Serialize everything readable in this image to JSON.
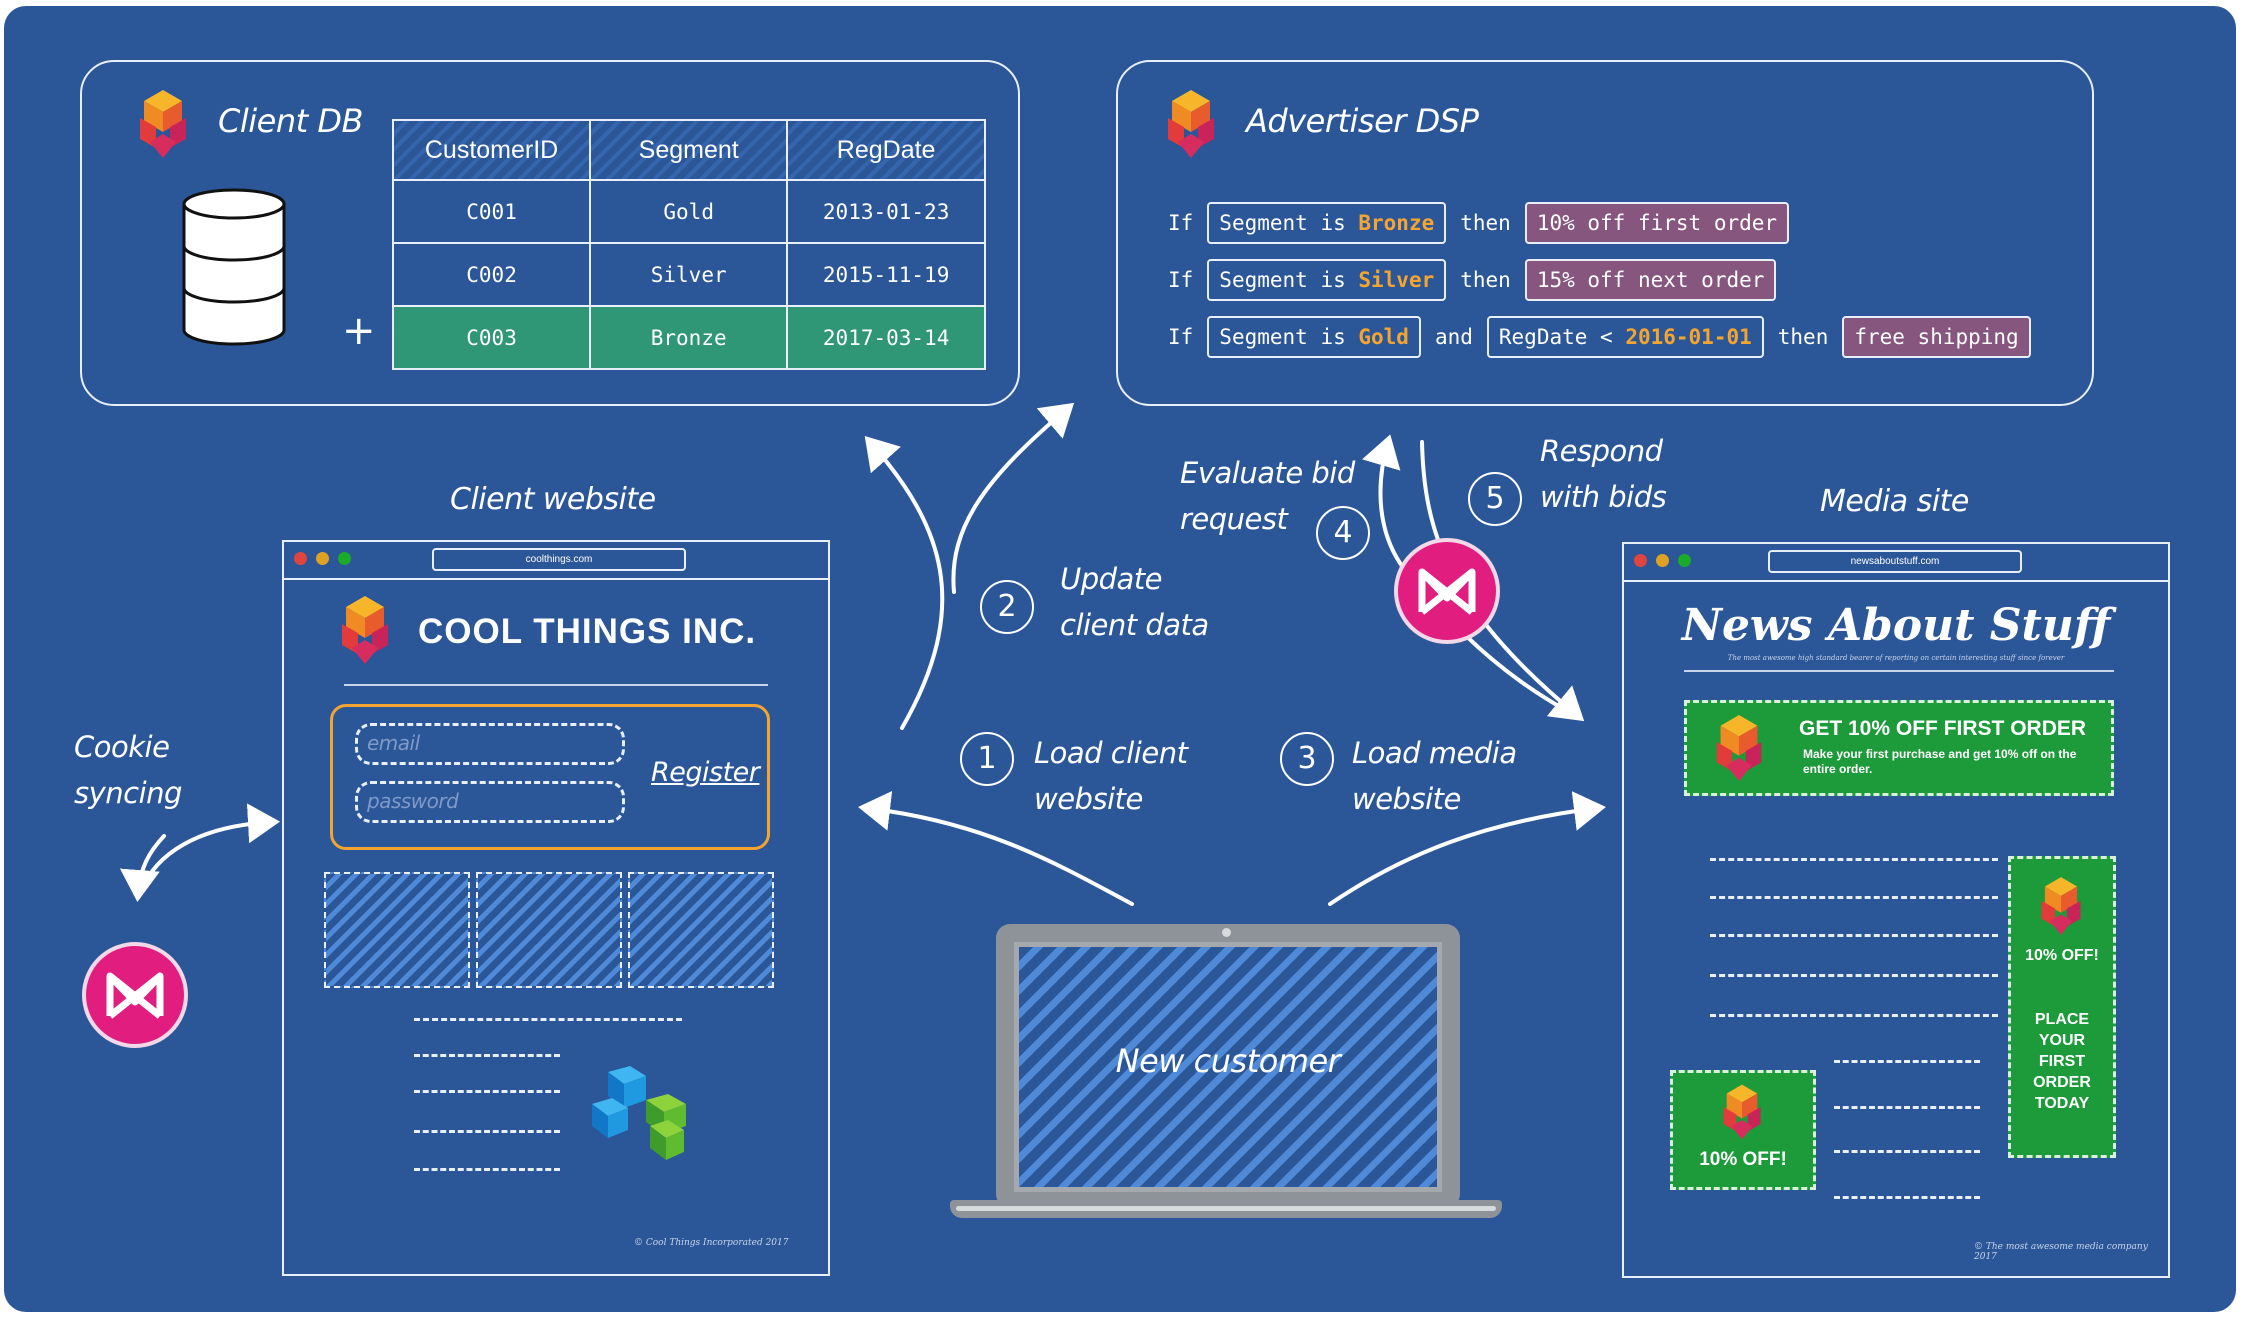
{
  "client_db": {
    "title": "Client DB",
    "plus": "+",
    "columns": [
      "CustomerID",
      "Segment",
      "RegDate"
    ],
    "rows": [
      [
        "C001",
        "Gold",
        "2013-01-23"
      ],
      [
        "C002",
        "Silver",
        "2015-11-19"
      ],
      [
        "C003",
        "Bronze",
        "2017-03-14"
      ]
    ],
    "highlighted_row": 2
  },
  "advertiser_dsp": {
    "title": "Advertiser DSP",
    "rules": [
      {
        "if": "If",
        "seg_prefix": "Segment is ",
        "seg_value": "Bronze",
        "then": "then",
        "offer": "10% off first order"
      },
      {
        "if": "If",
        "seg_prefix": "Segment is ",
        "seg_value": "Silver",
        "then": "then",
        "offer": "15% off next order"
      },
      {
        "if": "If",
        "seg_prefix": "Segment is ",
        "seg_value": "Gold",
        "and": "and",
        "date_prefix": "RegDate < ",
        "date_value": "2016-01-01",
        "then": "then",
        "offer": "free shipping"
      }
    ]
  },
  "client_website": {
    "label": "Client website",
    "url": "coolthings.com",
    "brand": "COOL THINGS INC.",
    "email_placeholder": "email",
    "password_placeholder": "password",
    "register": "Register",
    "footer": "© Cool Things Incorporated 2017"
  },
  "media_site": {
    "label": "Media site",
    "url": "newsaboutstuff.com",
    "masthead": "News About Stuff",
    "tagline": "The most awesome high standard bearer of reporting on certain interesting stuff since forever",
    "banner_title": "GET 10% OFF FIRST ORDER",
    "banner_text": "Make your first purchase and get 10% off on the entire order.",
    "side_ad_title": "10% OFF!",
    "side_ad_text": "PLACE YOUR FIRST ORDER TODAY",
    "small_ad": "10% OFF!",
    "footer": "© The most awesome media company 2017"
  },
  "laptop": {
    "label": "New customer"
  },
  "steps": [
    {
      "num": "1",
      "text_line1": "Load client",
      "text_line2": "website"
    },
    {
      "num": "2",
      "text_line1": "Update",
      "text_line2": "client data"
    },
    {
      "num": "3",
      "text_line1": "Load media",
      "text_line2": "website"
    },
    {
      "num": "4",
      "text_line1": "Evaluate bid",
      "text_line2": "request"
    },
    {
      "num": "5",
      "text_line1": "Respond",
      "text_line2": "with bids"
    }
  ],
  "cookie": {
    "line1": "Cookie",
    "line2": "syncing"
  },
  "colors": {
    "background": "#2b5799",
    "panel_stroke": "#e8eefa",
    "highlight_row": "#2f9676",
    "segment_value": "#f5a430",
    "offer": "#86567e",
    "ad_green": "#1d9a3a",
    "badge_pink": "#e11d80",
    "form_border": "#f5a430"
  }
}
